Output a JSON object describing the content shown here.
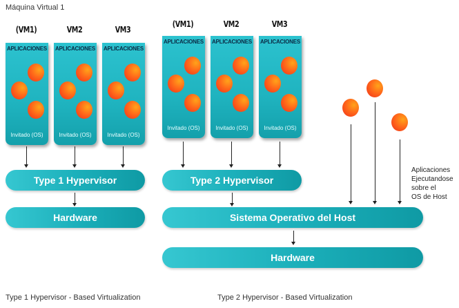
{
  "title": "Máquina Virtual 1",
  "type1": {
    "vms": [
      {
        "label": "(VM1)",
        "apps_label": "APLICACIONES",
        "os_label": "Invitado (OS)"
      },
      {
        "label": "VM2",
        "apps_label": "APLICACIONES",
        "os_label": "Invitado (OS)"
      },
      {
        "label": "VM3",
        "apps_label": "APLICACIONES",
        "os_label": "Invitado (OS)"
      }
    ],
    "hypervisor_label": "Type 1 Hypervisor",
    "hardware_label": "Hardware",
    "caption": "Type 1 Hypervisor - Based Virtualization"
  },
  "type2": {
    "vms": [
      {
        "label": "(VM1)",
        "apps_label": "APLICACIONES",
        "os_label": "Invitado (OS)"
      },
      {
        "label": "VM2",
        "apps_label": "APLICACIONES",
        "os_label": "Invitado (OS)"
      },
      {
        "label": "VM3",
        "apps_label": "APLICACIONES",
        "os_label": "Invitado (OS)"
      }
    ],
    "hypervisor_label": "Type 2 Hypervisor",
    "host_os_label": "Sistema Operativo del Host",
    "hardware_label": "Hardware",
    "host_apps_note": [
      "Aplicaciones",
      "Ejecutandose",
      "sobre el",
      "OS de Host"
    ],
    "caption": "Type 2 Hypervisor - Based Virtualization"
  },
  "colors": {
    "teal": "#1cb0bb",
    "app_ball": "#ff6a1a"
  }
}
